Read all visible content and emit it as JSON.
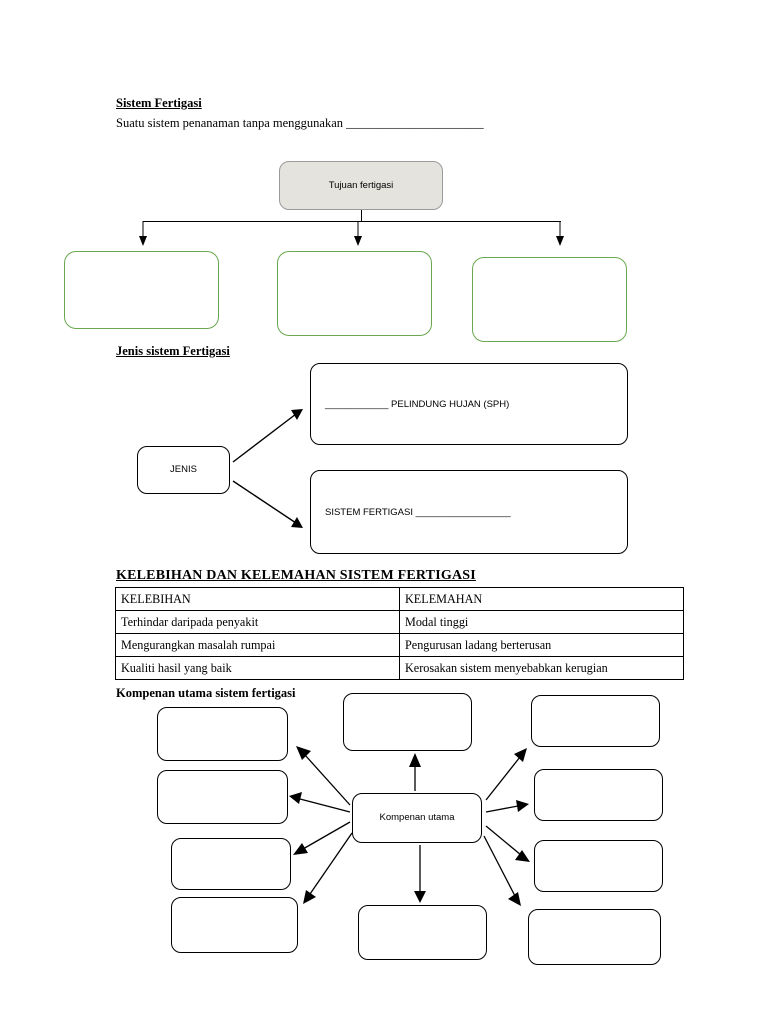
{
  "document": {
    "section1": {
      "title": "Sistem Fertigasi",
      "line": "Suatu sistem penanaman tanpa menggunakan ______________________"
    },
    "tujuan": {
      "center_label": "Tujuan fertigasi",
      "boxes": [
        "",
        "",
        ""
      ]
    },
    "section2": {
      "title": "Jenis sistem Fertigasi",
      "source_label": "JENIS",
      "targets": [
        "____________  PELINDUNG HUJAN (SPH)",
        "SISTEM FERTIGASI __________________"
      ]
    },
    "section3": {
      "title": "KELEBIHAN DAN KELEMAHAN SISTEM FERTIGASI",
      "table": {
        "headers": [
          "KELEBIHAN",
          "KELEMAHAN"
        ],
        "rows": [
          [
            "Terhindar daripada penyakit",
            "Modal tinggi"
          ],
          [
            "Mengurangkan masalah rumpai",
            "Pengurusan ladang berterusan"
          ],
          [
            "Kualiti hasil yang baik",
            "Kerosakan sistem menyebabkan kerugian"
          ]
        ]
      }
    },
    "section4": {
      "title": "Kompenan utama sistem fertigasi",
      "center_label": "Kompenan utama",
      "left_boxes": [
        "",
        "",
        "",
        ""
      ],
      "right_boxes": [
        "",
        "",
        "",
        ""
      ],
      "top_box": "",
      "bottom_box": ""
    }
  },
  "colors": {
    "green_border": "#6aa84f",
    "black_border": "#000000",
    "shaded_fill": "#e4e3de",
    "shaded_border": "#9a9a9a"
  }
}
